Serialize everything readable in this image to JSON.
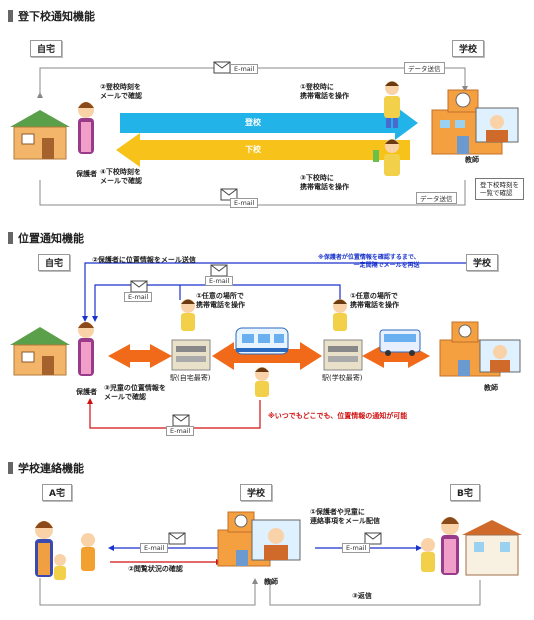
{
  "sections": [
    {
      "title": "登下校通知機能",
      "home": "自宅",
      "school": "学校",
      "data_send": "データ送信",
      "email": "E-mail",
      "step2": "②登校時刻を\nメールで確認",
      "step4": "④下校時刻を\nメールで確認",
      "step1": "①登校時に\n携帯電話を操作",
      "step3": "③下校時に\n携帯電話を操作",
      "arrow_up": "登校",
      "arrow_down": "下校",
      "guardian": "保護者",
      "teacher": "教師",
      "panel": "登下校時刻を\n一覧で確認"
    },
    {
      "title": "位置通知機能",
      "home": "自宅",
      "school": "学校",
      "top_line": "②保護者に位置情報をメール送信",
      "note_blue": "※保護者が位置情報を確認するまで、\n一定間隔でメールを再送",
      "email": "E-mail",
      "step1": "①任意の場所で\n携帯電話を操作",
      "station_home": "駅(自宅最寄)",
      "station_school": "駅(学校最寄)",
      "step3": "③児童の位置情報を\nメールで確認",
      "guardian": "保護者",
      "teacher": "教師",
      "note_red": "※いつでもどこでも、位置情報の通知が可能"
    },
    {
      "title": "学校連絡機能",
      "home_a": "A宅",
      "school": "学校",
      "home_b": "B宅",
      "email": "E-mail",
      "step1": "①保護者や児童に\n連絡事項をメール配信",
      "step2": "②閲覧状況の確認",
      "step3": "③返信",
      "teacher": "教師"
    }
  ],
  "colors": {
    "blue": "#1a33cc",
    "red": "#d01010",
    "orange": "#f06a1a",
    "cyan": "#22b4e8",
    "yellow": "#f7c21a"
  }
}
